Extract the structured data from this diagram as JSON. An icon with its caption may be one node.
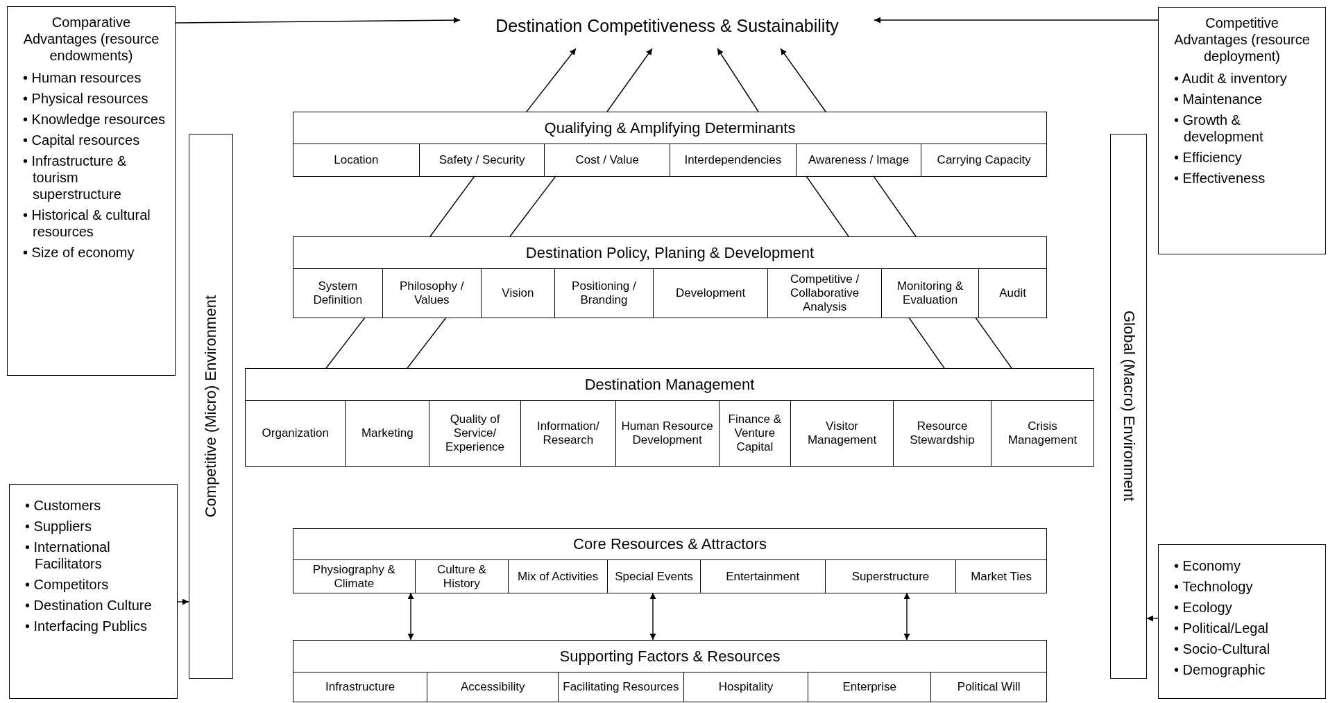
{
  "diagram": {
    "nodes": [
      {
        "text": [
          "Destination Competitiveness & Sustainability"
        ]
      },
      {
        "text": [
          "Comparative Advantages (resource endowments)",
          "• Human resources",
          "• Physical resources",
          "• Knowledge resources",
          "• Capital resources",
          "• Infrastructure & tourism superstructure",
          "• Historical & cultural resources",
          "• Size of economy"
        ]
      },
      {
        "text": [
          "Competitive Advantages (resource deployment)",
          "• Audit & inventory",
          "• Maintenance",
          "• Growth & development",
          "• Efficiency",
          "• Effectiveness"
        ]
      },
      {
        "text": [
          "Competitive (Micro) Environment"
        ]
      },
      {
        "text": [
          "• Customers",
          "• Suppliers",
          "• International Facilitators",
          "• Competitors",
          "• Destination Culture",
          "• Interfacing Publics"
        ]
      },
      {
        "text": [
          "Global (Macro) Environment"
        ]
      },
      {
        "text": [
          "• Economy",
          "• Technology",
          "• Ecology",
          "• Political/Legal",
          "• Socio-Cultural",
          "• Demographic"
        ]
      },
      {
        "text": [
          "Qualifying & Amplifying Determinants"
        ]
      },
      {
        "text": [
          "Location"
        ],
        "in": 7
      },
      {
        "text": [
          "Safety / Security"
        ],
        "in": 7
      },
      {
        "text": [
          "Cost / Value"
        ],
        "in": 7
      },
      {
        "text": [
          "Interdependencies"
        ],
        "in": 7
      },
      {
        "text": [
          "Awareness / Image"
        ],
        "in": 7
      },
      {
        "text": [
          "Carrying Capacity"
        ],
        "in": 7
      },
      {
        "text": [
          "Destination Policy, Planing & Development"
        ]
      },
      {
        "text": [
          "System Definition"
        ],
        "in": 14
      },
      {
        "text": [
          "Philosophy / Values"
        ],
        "in": 14
      },
      {
        "text": [
          "Vision"
        ],
        "in": 14
      },
      {
        "text": [
          "Positioning / Branding"
        ],
        "in": 14
      },
      {
        "text": [
          "Development"
        ],
        "in": 14
      },
      {
        "text": [
          "Competitive / Collaborative Analysis"
        ],
        "in": 14
      },
      {
        "text": [
          "Monitoring & Evaluation"
        ],
        "in": 14
      },
      {
        "text": [
          "Audit"
        ],
        "in": 14
      },
      {
        "text": [
          "Destination Management"
        ]
      },
      {
        "text": [
          "Organization"
        ],
        "in": 23
      },
      {
        "text": [
          "Marketing"
        ],
        "in": 23
      },
      {
        "text": [
          "Quality of Service/ Experience"
        ],
        "in": 23
      },
      {
        "text": [
          "Information/ Research"
        ],
        "in": 23
      },
      {
        "text": [
          "Human Resource Development"
        ],
        "in": 23
      },
      {
        "text": [
          "Finance & Venture Capital"
        ],
        "in": 23
      },
      {
        "text": [
          "Visitor Management"
        ],
        "in": 23
      },
      {
        "text": [
          "Resource Stewardship"
        ],
        "in": 23
      },
      {
        "text": [
          "Crisis Management"
        ],
        "in": 23
      },
      {
        "text": [
          "Core Resources & Attractors"
        ]
      },
      {
        "text": [
          "Physiography & Climate"
        ],
        "in": 33
      },
      {
        "text": [
          "Culture & History"
        ],
        "in": 33
      },
      {
        "text": [
          "Mix of Activities"
        ],
        "in": 33
      },
      {
        "text": [
          "Special Events"
        ],
        "in": 33
      },
      {
        "text": [
          "Entertainment"
        ],
        "in": 33
      },
      {
        "text": [
          "Superstructure"
        ],
        "in": 33
      },
      {
        "text": [
          "Market Ties"
        ],
        "in": 33
      },
      {
        "text": [
          "Supporting Factors & Resources"
        ]
      },
      {
        "text": [
          "Infrastructure"
        ],
        "in": 41
      },
      {
        "text": [
          "Accessibility"
        ],
        "in": 41
      },
      {
        "text": [
          "Facilitating Resources"
        ],
        "in": 41
      },
      {
        "text": [
          "Hospitality"
        ],
        "in": 41
      },
      {
        "text": [
          "Enterprise"
        ],
        "in": 41
      },
      {
        "text": [
          "Political Will"
        ],
        "in": 41
      }
    ],
    "edges": [
      {
        "from": 1,
        "to": 0,
        "arrow": "to"
      },
      {
        "from": 2,
        "to": 0,
        "arrow": "to"
      },
      {
        "from": 7,
        "to": 0,
        "arrow": "to"
      },
      {
        "from": 7,
        "to": 0,
        "arrow": "to"
      },
      {
        "from": 7,
        "to": 0,
        "arrow": "to"
      },
      {
        "from": 7,
        "to": 0,
        "arrow": "to"
      },
      {
        "from": 14,
        "to": 9,
        "arrow": "none"
      },
      {
        "from": 14,
        "to": 10,
        "arrow": "none"
      },
      {
        "from": 14,
        "to": 12,
        "arrow": "none"
      },
      {
        "from": 14,
        "to": 12,
        "arrow": "none"
      },
      {
        "from": 23,
        "to": 15,
        "arrow": "none"
      },
      {
        "from": 23,
        "to": 16,
        "arrow": "none"
      },
      {
        "from": 23,
        "to": 21,
        "arrow": "none"
      },
      {
        "from": 23,
        "to": 21,
        "arrow": "none"
      },
      {
        "from": 34,
        "to": 41,
        "arrow": "both"
      },
      {
        "from": 37,
        "to": 41,
        "arrow": "both"
      },
      {
        "from": 39,
        "to": 41,
        "arrow": "both"
      },
      {
        "from": 4,
        "to": 3,
        "arrow": "to"
      },
      {
        "from": 6,
        "to": 5,
        "arrow": "to"
      }
    ]
  }
}
